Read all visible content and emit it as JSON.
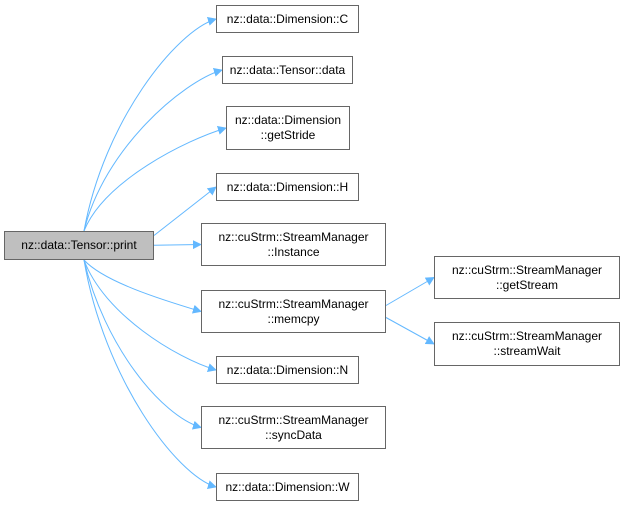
{
  "colors": {
    "edge": "#63b8ff",
    "node_border": "#666666",
    "root_fill": "#bfbfbf"
  },
  "graph": {
    "root": {
      "id": "root",
      "lines": [
        "nz::data::Tensor::print"
      ]
    },
    "nodes": [
      {
        "id": "dimC",
        "lines": [
          "nz::data::Dimension::C"
        ]
      },
      {
        "id": "tensorData",
        "lines": [
          "nz::data::Tensor::data"
        ]
      },
      {
        "id": "dimStride",
        "lines": [
          "nz::data::Dimension",
          "::getStride"
        ]
      },
      {
        "id": "dimH",
        "lines": [
          "nz::data::Dimension::H"
        ]
      },
      {
        "id": "smInstance",
        "lines": [
          "nz::cuStrm::StreamManager",
          "::Instance"
        ]
      },
      {
        "id": "smMemcpy",
        "lines": [
          "nz::cuStrm::StreamManager",
          "::memcpy"
        ]
      },
      {
        "id": "dimN",
        "lines": [
          "nz::data::Dimension::N"
        ]
      },
      {
        "id": "smSync",
        "lines": [
          "nz::cuStrm::StreamManager",
          "::syncData"
        ]
      },
      {
        "id": "dimW",
        "lines": [
          "nz::data::Dimension::W"
        ]
      },
      {
        "id": "smGetStream",
        "lines": [
          "nz::cuStrm::StreamManager",
          "::getStream"
        ]
      },
      {
        "id": "smWait",
        "lines": [
          "nz::cuStrm::StreamManager",
          "::streamWait"
        ]
      }
    ],
    "edges": [
      [
        "root",
        "dimC"
      ],
      [
        "root",
        "tensorData"
      ],
      [
        "root",
        "dimStride"
      ],
      [
        "root",
        "dimH"
      ],
      [
        "root",
        "smInstance"
      ],
      [
        "root",
        "smMemcpy"
      ],
      [
        "root",
        "dimN"
      ],
      [
        "root",
        "smSync"
      ],
      [
        "root",
        "dimW"
      ],
      [
        "smMemcpy",
        "smGetStream"
      ],
      [
        "smMemcpy",
        "smWait"
      ]
    ]
  }
}
